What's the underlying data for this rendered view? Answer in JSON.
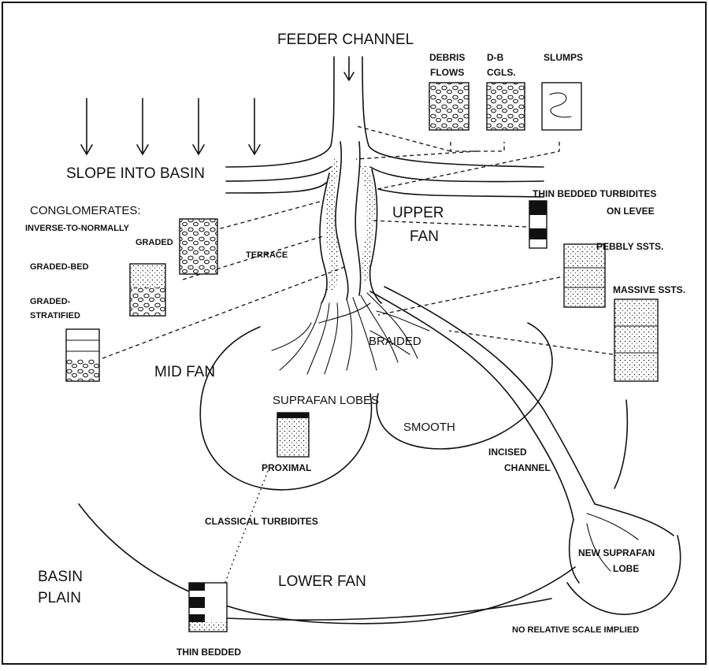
{
  "labels": {
    "feeder_channel": "FEEDER CHANNEL",
    "slope_into_basin": "SLOPE INTO BASIN",
    "debris_flows_1": "DEBRIS",
    "debris_flows_2": "FLOWS",
    "db_cgls_1": "D-B",
    "db_cgls_2": "CGLS.",
    "slumps": "SLUMPS",
    "conglomerates": "CONGLOMERATES:",
    "inverse_graded_1": "INVERSE-TO-NORMALLY",
    "inverse_graded_2": "GRADED",
    "graded_bed": "GRADED-BED",
    "graded_stratified_1": "GRADED-",
    "graded_stratified_2": "STRATIFIED",
    "terrace": "TERRACE",
    "upper_fan_1": "UPPER",
    "upper_fan_2": "FAN",
    "thin_bedded_levee_1": "THIN BEDDED TURBIDITES",
    "thin_bedded_levee_2": "ON LEVEE",
    "pebbly_ssts": "PEBBLY SSTS.",
    "massive_ssts": "MASSIVE SSTS.",
    "braided": "BRAIDED",
    "mid_fan": "MID FAN",
    "suprafan_lobes": "SUPRAFAN LOBES",
    "smooth": "SMOOTH",
    "proximal": "PROXIMAL",
    "incised_channel_1": "INCISED",
    "incised_channel_2": "CHANNEL",
    "classical_turbidites": "CLASSICAL TURBIDITES",
    "new_suprafan_1": "NEW SUPRAFAN",
    "new_suprafan_2": "LOBE",
    "lower_fan": "LOWER FAN",
    "basin_plain_1": "BASIN",
    "basin_plain_2": "PLAIN",
    "thin_bedded": "THIN BEDDED",
    "scale_note": "NO RELATIVE SCALE IMPLIED"
  }
}
